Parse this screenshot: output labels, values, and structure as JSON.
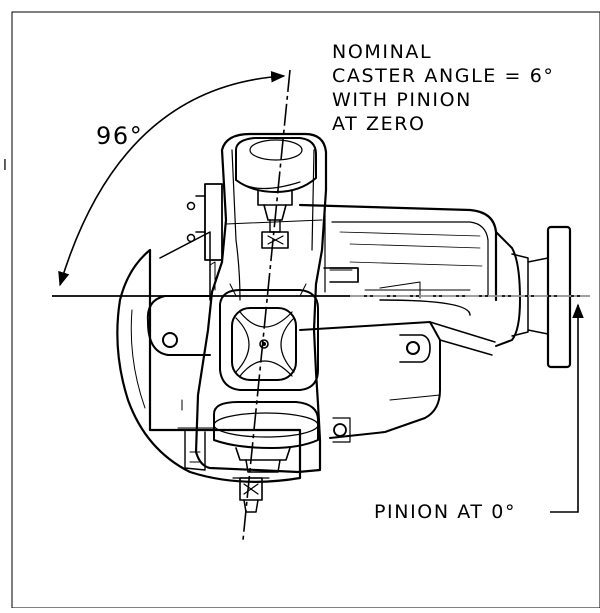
{
  "caster_note": {
    "line1": "NOMINAL",
    "line2": "CASTER ANGLE = 6°",
    "line3": "WITH PINION",
    "line4": "AT ZERO"
  },
  "angle_label": "96°",
  "pinion_label": "PINION AT 0°",
  "margin_mark": "l",
  "caster_angle_deg": 6,
  "included_angle_deg": 96
}
